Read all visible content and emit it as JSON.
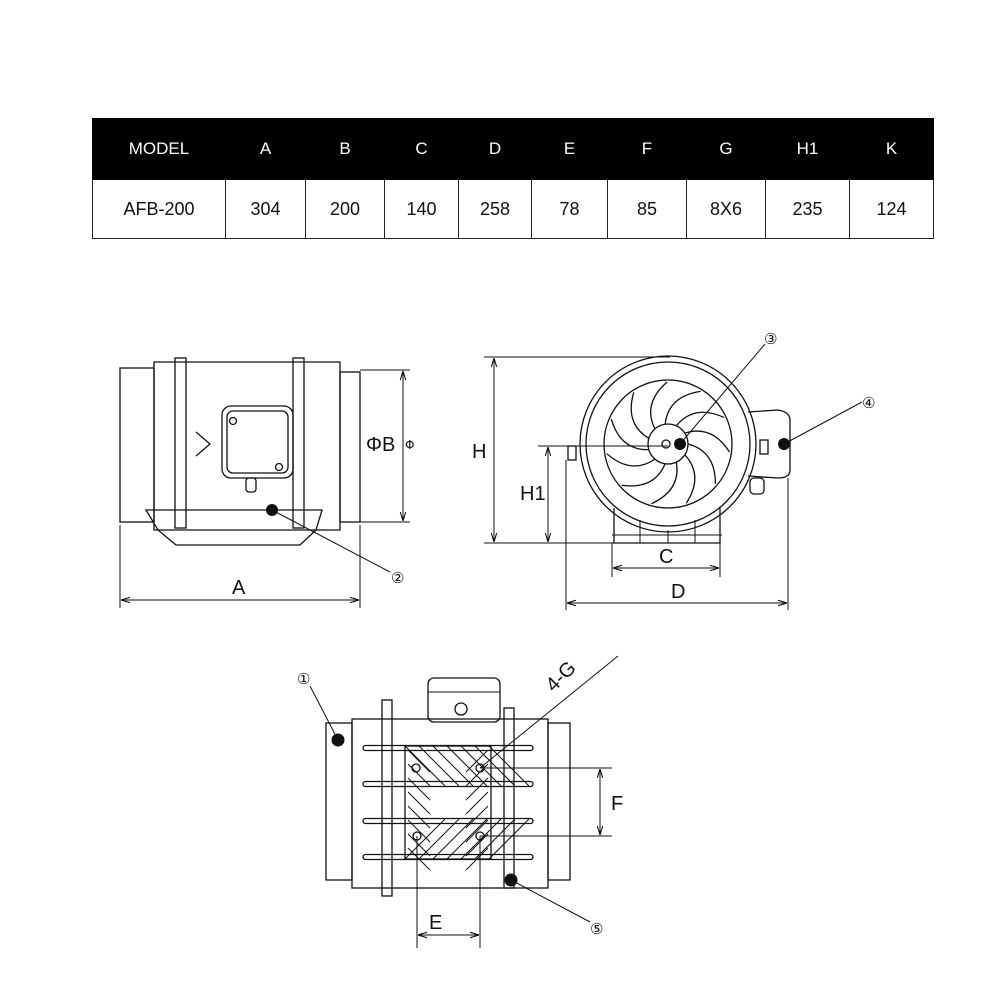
{
  "spec_table": {
    "headers": [
      "MODEL",
      "A",
      "B",
      "C",
      "D",
      "E",
      "F",
      "G",
      "H1",
      "K"
    ],
    "rows": [
      [
        "AFB-200",
        "304",
        "200",
        "140",
        "258",
        "78",
        "85",
        "8X6",
        "235",
        "124"
      ]
    ]
  },
  "drawing": {
    "side_view": {
      "dim_a": "A",
      "dim_b": "ΦB",
      "dim_b_suffix": "Φ",
      "callout_2": "②"
    },
    "front_view": {
      "dim_h": "H",
      "dim_h1": "H1",
      "dim_c": "C",
      "dim_d": "D",
      "callout_3": "③",
      "callout_4": "④"
    },
    "bottom_view": {
      "dim_e": "E",
      "dim_f": "F",
      "hole_label": "4-G",
      "callout_1": "①",
      "callout_5": "⑤"
    }
  }
}
